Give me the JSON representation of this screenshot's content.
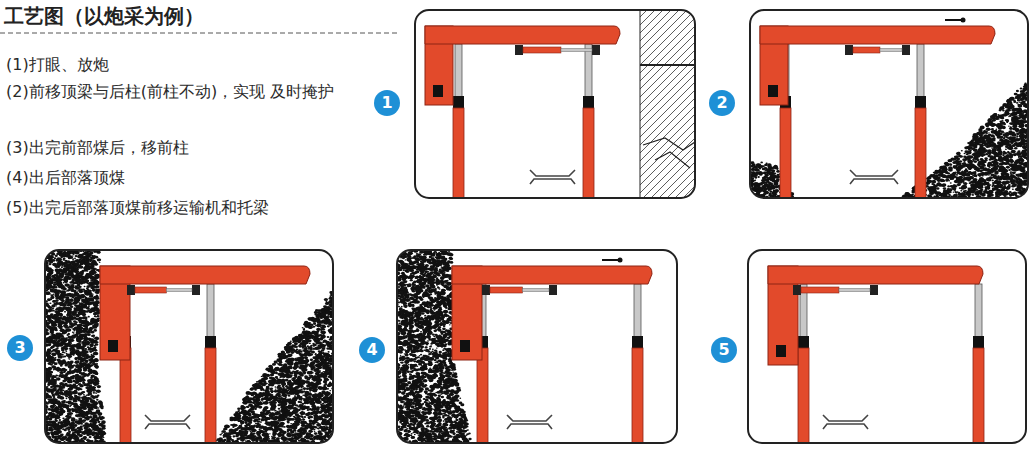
{
  "diagram": {
    "title": "工艺图（以炮采为例）",
    "nodes": [
      {
        "text": [
          "1"
        ]
      },
      {
        "text": [
          "2"
        ]
      },
      {
        "text": [
          "3"
        ]
      },
      {
        "text": [
          "4"
        ]
      },
      {
        "text": [
          "5"
        ]
      }
    ],
    "labels": [
      "(1)打眼、放炮",
      "(2)前移顶梁与后柱(前柱不动)，实现 及时掩护",
      "(3)出完前部煤后，移前柱",
      "(4)出后部落顶煤",
      "(5)出完后部落顶煤前移运输机和托梁"
    ]
  }
}
